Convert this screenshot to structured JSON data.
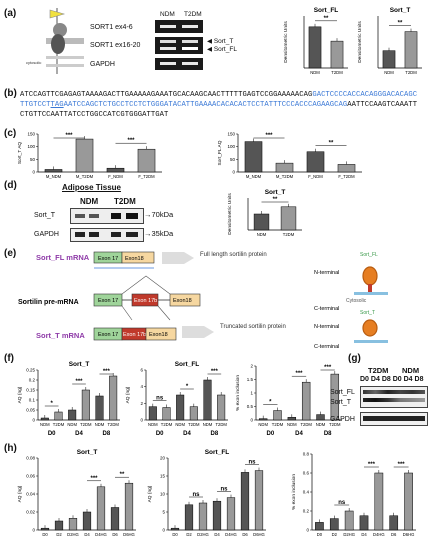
{
  "panels": {
    "a": "(a)",
    "b": "(b)",
    "c": "(c)",
    "d": "(d)",
    "e": "(e)",
    "f": "(f)",
    "g": "(g)",
    "h": "(h)"
  },
  "gel_a": {
    "col_ndm": "NDM",
    "col_t2dm": "T2DM",
    "row1": "SORT1 ex4-6",
    "row2": "SORT1 ex16-20",
    "row3": "GAPDH",
    "arrow1": "Sort_T",
    "arrow2": "Sort_FL"
  },
  "membrane": {
    "cytosolic": "cytosolic"
  },
  "sequence": {
    "black1": "ATCCAGTTCGAGAGTAAAAGACTTGAAAAAGAAATGCACAAGCAACTTTTTGAGTCCGGAAAAACAG",
    "blue1": "GACTCCCCACCACAGGGACACAGCTTGTCCT",
    "tag": "TAG",
    "blue2": "AATCCAGCTCTGCCTCCTCTGGGATACATTGAAAACACACACTCCTATTTCCCACCCAGAAGCAG",
    "black2": "AATTCCAAGTCAAATTCTGTTCCAATTATCCTGGCCATCGTGGGATTGAT"
  },
  "adipose": {
    "title": "Adipose Tissue",
    "ndm": "NDM",
    "t2dm": "T2DM",
    "row1": "Sort_T",
    "row2": "GAPDH",
    "kda1": "70kDa",
    "kda2": "35kDa"
  },
  "splice": {
    "fl_label": "Sort_FL mRNA",
    "pre_label": "Sortilin pre-mRNA",
    "t_label": "Sort_T mRNA",
    "exon17": "Exon 17",
    "exon17b": "Exon 17b",
    "exon18": "Exon18",
    "fl_protein": "Full length sortilin protein",
    "t_protein": "Truncated sortilin protein",
    "nterm": "N-terminal",
    "cterm": "C-terminal",
    "cytosolic": "Cytosolic",
    "tag_fl": "Sort_FL",
    "tag_t": "Sort_T"
  },
  "blot_g": {
    "t2dm": "T2DM",
    "ndm": "NDM",
    "days": [
      "D0",
      "D4",
      "D8",
      "D0",
      "D4",
      "D8"
    ],
    "row1": "Sort_FL",
    "row2": "Sort_T",
    "row3": "GAPDH"
  },
  "chart_data": [
    {
      "id": "a_sortfl",
      "type": "bar",
      "title": "Sort_FL",
      "categories": [
        "NDM",
        "T2DM"
      ],
      "values": [
        0.95,
        0.62
      ],
      "ylabel": "Densitometric Units",
      "ylim": [
        0,
        1.2
      ],
      "sig": [
        "**"
      ]
    },
    {
      "id": "a_sortt",
      "type": "bar",
      "title": "Sort_T",
      "categories": [
        "NDM",
        "T2DM"
      ],
      "values": [
        1.0,
        2.1
      ],
      "ylabel": "Densitometric Units",
      "ylim": [
        0,
        3
      ],
      "sig": [
        "**"
      ]
    },
    {
      "id": "c_sortt",
      "type": "bar",
      "title": "",
      "categories": [
        "M_NDM",
        "M_T2DM",
        "F_NDM",
        "F_T2DM"
      ],
      "values": [
        10,
        130,
        15,
        90
      ],
      "ylabel": "Sort_T AQ",
      "ylim": [
        0,
        150
      ],
      "yticks": [
        0,
        50,
        100,
        150
      ],
      "sig": [
        "***",
        "***"
      ]
    },
    {
      "id": "c_sortfl",
      "type": "bar",
      "title": "",
      "categories": [
        "M_NDM",
        "M_T2DM",
        "F_NDM",
        "F_T2DM"
      ],
      "values": [
        120,
        35,
        80,
        30
      ],
      "ylabel": "Sort_FL AQ",
      "ylim": [
        0,
        150
      ],
      "yticks": [
        0,
        50,
        100,
        150
      ],
      "sig": [
        "***",
        "**"
      ]
    },
    {
      "id": "d_sortt",
      "type": "bar",
      "title": "Sort_T",
      "categories": [
        "NDM",
        "T2DM"
      ],
      "values": [
        1.0,
        1.45
      ],
      "ylabel": "Densitometric Units",
      "ylim": [
        0,
        2
      ],
      "sig": [
        "**"
      ]
    },
    {
      "id": "f_sortt",
      "type": "bar",
      "title": "Sort_T",
      "categories": [
        "NDM",
        "T2DM",
        "NDM",
        "T2DM",
        "NDM",
        "T2DM"
      ],
      "groups": [
        "D0",
        "D4",
        "D8"
      ],
      "values": [
        0.01,
        0.04,
        0.05,
        0.15,
        0.12,
        0.22
      ],
      "ylabel": "AQ (ng)",
      "ylim": [
        0,
        0.25
      ],
      "yticks": [
        0.0,
        0.05,
        0.1,
        0.15,
        0.2,
        0.25
      ],
      "sig": [
        "*",
        "***",
        "***"
      ]
    },
    {
      "id": "f_sortfl",
      "type": "bar",
      "title": "Sort_FL",
      "categories": [
        "NDM",
        "T2DM",
        "NDM",
        "T2DM",
        "NDM",
        "T2DM"
      ],
      "groups": [
        "D0",
        "D4",
        "D8"
      ],
      "values": [
        1.6,
        1.5,
        3.0,
        1.6,
        4.8,
        3.0
      ],
      "ylabel": "AQ (ng)",
      "ylim": [
        0,
        6
      ],
      "yticks": [
        0,
        2,
        4,
        6
      ],
      "sig": [
        "ns",
        "*",
        "***"
      ]
    },
    {
      "id": "f_exon",
      "type": "bar",
      "title": "",
      "categories": [
        "NDM",
        "T2DM",
        "NDM",
        "T2DM",
        "NDM",
        "T2DM"
      ],
      "groups": [
        "D0",
        "D4",
        "D8"
      ],
      "values": [
        0.05,
        0.35,
        0.1,
        1.4,
        0.2,
        1.7
      ],
      "ylabel": "% exon inclusion",
      "ylim": [
        0,
        2.0
      ],
      "yticks": [
        0.0,
        0.5,
        1.0,
        1.5,
        2.0
      ],
      "sig": [
        "*",
        "***",
        "***"
      ]
    },
    {
      "id": "h_sortt",
      "type": "bar",
      "title": "Sort_T",
      "categories": [
        "D0",
        "D2",
        "D2HG",
        "D4",
        "D4HG",
        "D6",
        "D6HG"
      ],
      "values": [
        0.002,
        0.01,
        0.013,
        0.02,
        0.048,
        0.025,
        0.052
      ],
      "ylabel": "AQ (ng)",
      "ylim": [
        0,
        0.08
      ],
      "yticks": [
        0.0,
        0.02,
        0.04,
        0.06,
        0.08
      ],
      "sig": [
        "***",
        "**"
      ]
    },
    {
      "id": "h_sortfl",
      "type": "bar",
      "title": "Sort_FL",
      "categories": [
        "D0",
        "D2",
        "D2HG",
        "D4",
        "D4HG",
        "D6",
        "D6HG"
      ],
      "values": [
        0.5,
        7,
        7.5,
        8,
        9,
        16,
        16.5
      ],
      "ylabel": "AQ (ng)",
      "ylim": [
        0,
        20
      ],
      "yticks": [
        0,
        5,
        10,
        15,
        20
      ],
      "sig": [
        "ns",
        "ns",
        "ns"
      ]
    },
    {
      "id": "h_exon",
      "type": "bar",
      "title": "",
      "categories": [
        "D0",
        "D2",
        "D2HG",
        "D4",
        "D4HG",
        "D6",
        "D6HG"
      ],
      "values": [
        0.08,
        0.12,
        0.2,
        0.15,
        0.6,
        0.15,
        0.6
      ],
      "ylabel": "% exon inclusion",
      "ylim": [
        0,
        0.8
      ],
      "yticks": [
        0.0,
        0.2,
        0.4,
        0.6,
        0.8
      ],
      "sig": [
        "ns",
        "***",
        "***"
      ]
    }
  ]
}
